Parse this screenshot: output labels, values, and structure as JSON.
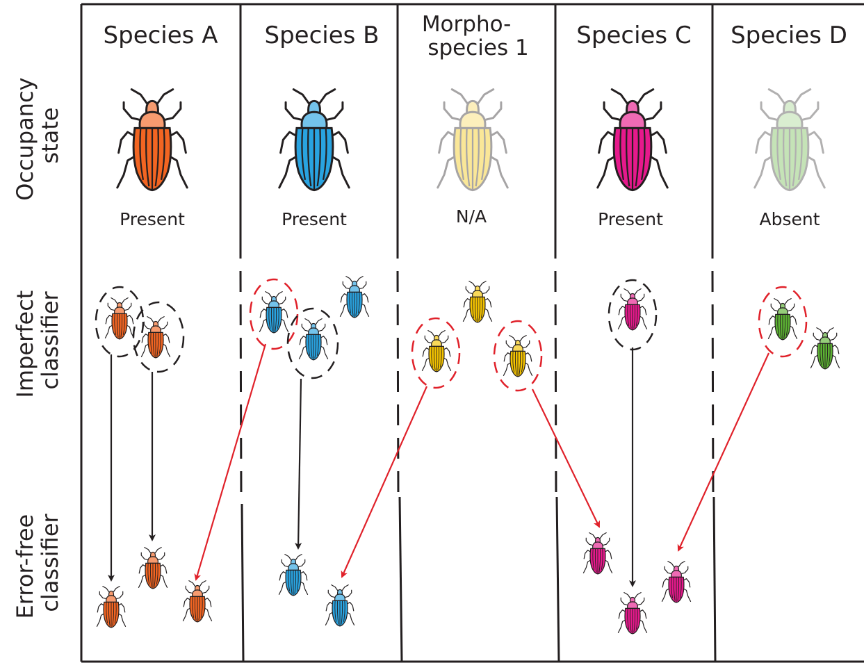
{
  "row_labels": {
    "occupancy": [
      "Occupancy",
      "state"
    ],
    "imperfect": [
      "Imperfect",
      "classifier"
    ],
    "error_free": [
      "Error-free",
      "classifier"
    ]
  },
  "columns": [
    {
      "header": [
        "Species A"
      ],
      "state": "Present",
      "color": "#f26522",
      "muted": false
    },
    {
      "header": [
        "Species B"
      ],
      "state": "Present",
      "color": "#29a3e0",
      "muted": false
    },
    {
      "header": [
        "Morpho-",
        "species 1"
      ],
      "state": "N/A",
      "color": "#f5c400",
      "muted": true
    },
    {
      "header": [
        "Species C"
      ],
      "state": "Present",
      "color": "#e6198c",
      "muted": false
    },
    {
      "header": [
        "Species D"
      ],
      "state": "Absent",
      "color": "#5cb233",
      "muted": true
    }
  ],
  "colors": {
    "correct_arrow": "#231f20",
    "misclassified_arrow": "#e0212a",
    "correct_circle": "#231f20",
    "misclassified_circle": "#e0212a",
    "outline": "#231f20",
    "beetle_orange": "#f26522",
    "beetle_blue": "#29a3e0",
    "beetle_yellow": "#f5c400",
    "beetle_magenta": "#e6198c",
    "beetle_green": "#5cb233"
  }
}
